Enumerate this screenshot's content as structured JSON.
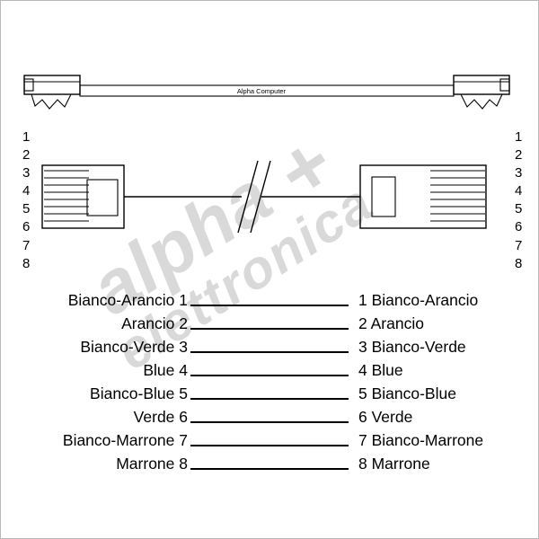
{
  "colors": {
    "line": "#000000",
    "watermark": "#d9d9d9",
    "background": "#ffffff"
  },
  "cable_top": {
    "label": "Alpha Computer"
  },
  "pins_left": [
    "1",
    "2",
    "3",
    "4",
    "5",
    "6",
    "7",
    "8"
  ],
  "pins_right": [
    "1",
    "2",
    "3",
    "4",
    "5",
    "6",
    "7",
    "8"
  ],
  "wiring_rows": [
    {
      "left": "Bianco-Arancio 1",
      "right": "1 Bianco-Arancio"
    },
    {
      "left": "Arancio 2",
      "right": "2 Arancio"
    },
    {
      "left": "Bianco-Verde 3",
      "right": "3 Bianco-Verde"
    },
    {
      "left": "Blue 4",
      "right": "4 Blue"
    },
    {
      "left": "Bianco-Blue 5",
      "right": "5 Bianco-Blue"
    },
    {
      "left": "Verde 6",
      "right": "6 Verde"
    },
    {
      "left": "Bianco-Marrone 7",
      "right": "7 Bianco-Marrone"
    },
    {
      "left": "Marrone 8",
      "right": "8 Marrone"
    }
  ],
  "watermark": {
    "word1": "alpha",
    "symbol": "+",
    "word2": "elettronica"
  }
}
